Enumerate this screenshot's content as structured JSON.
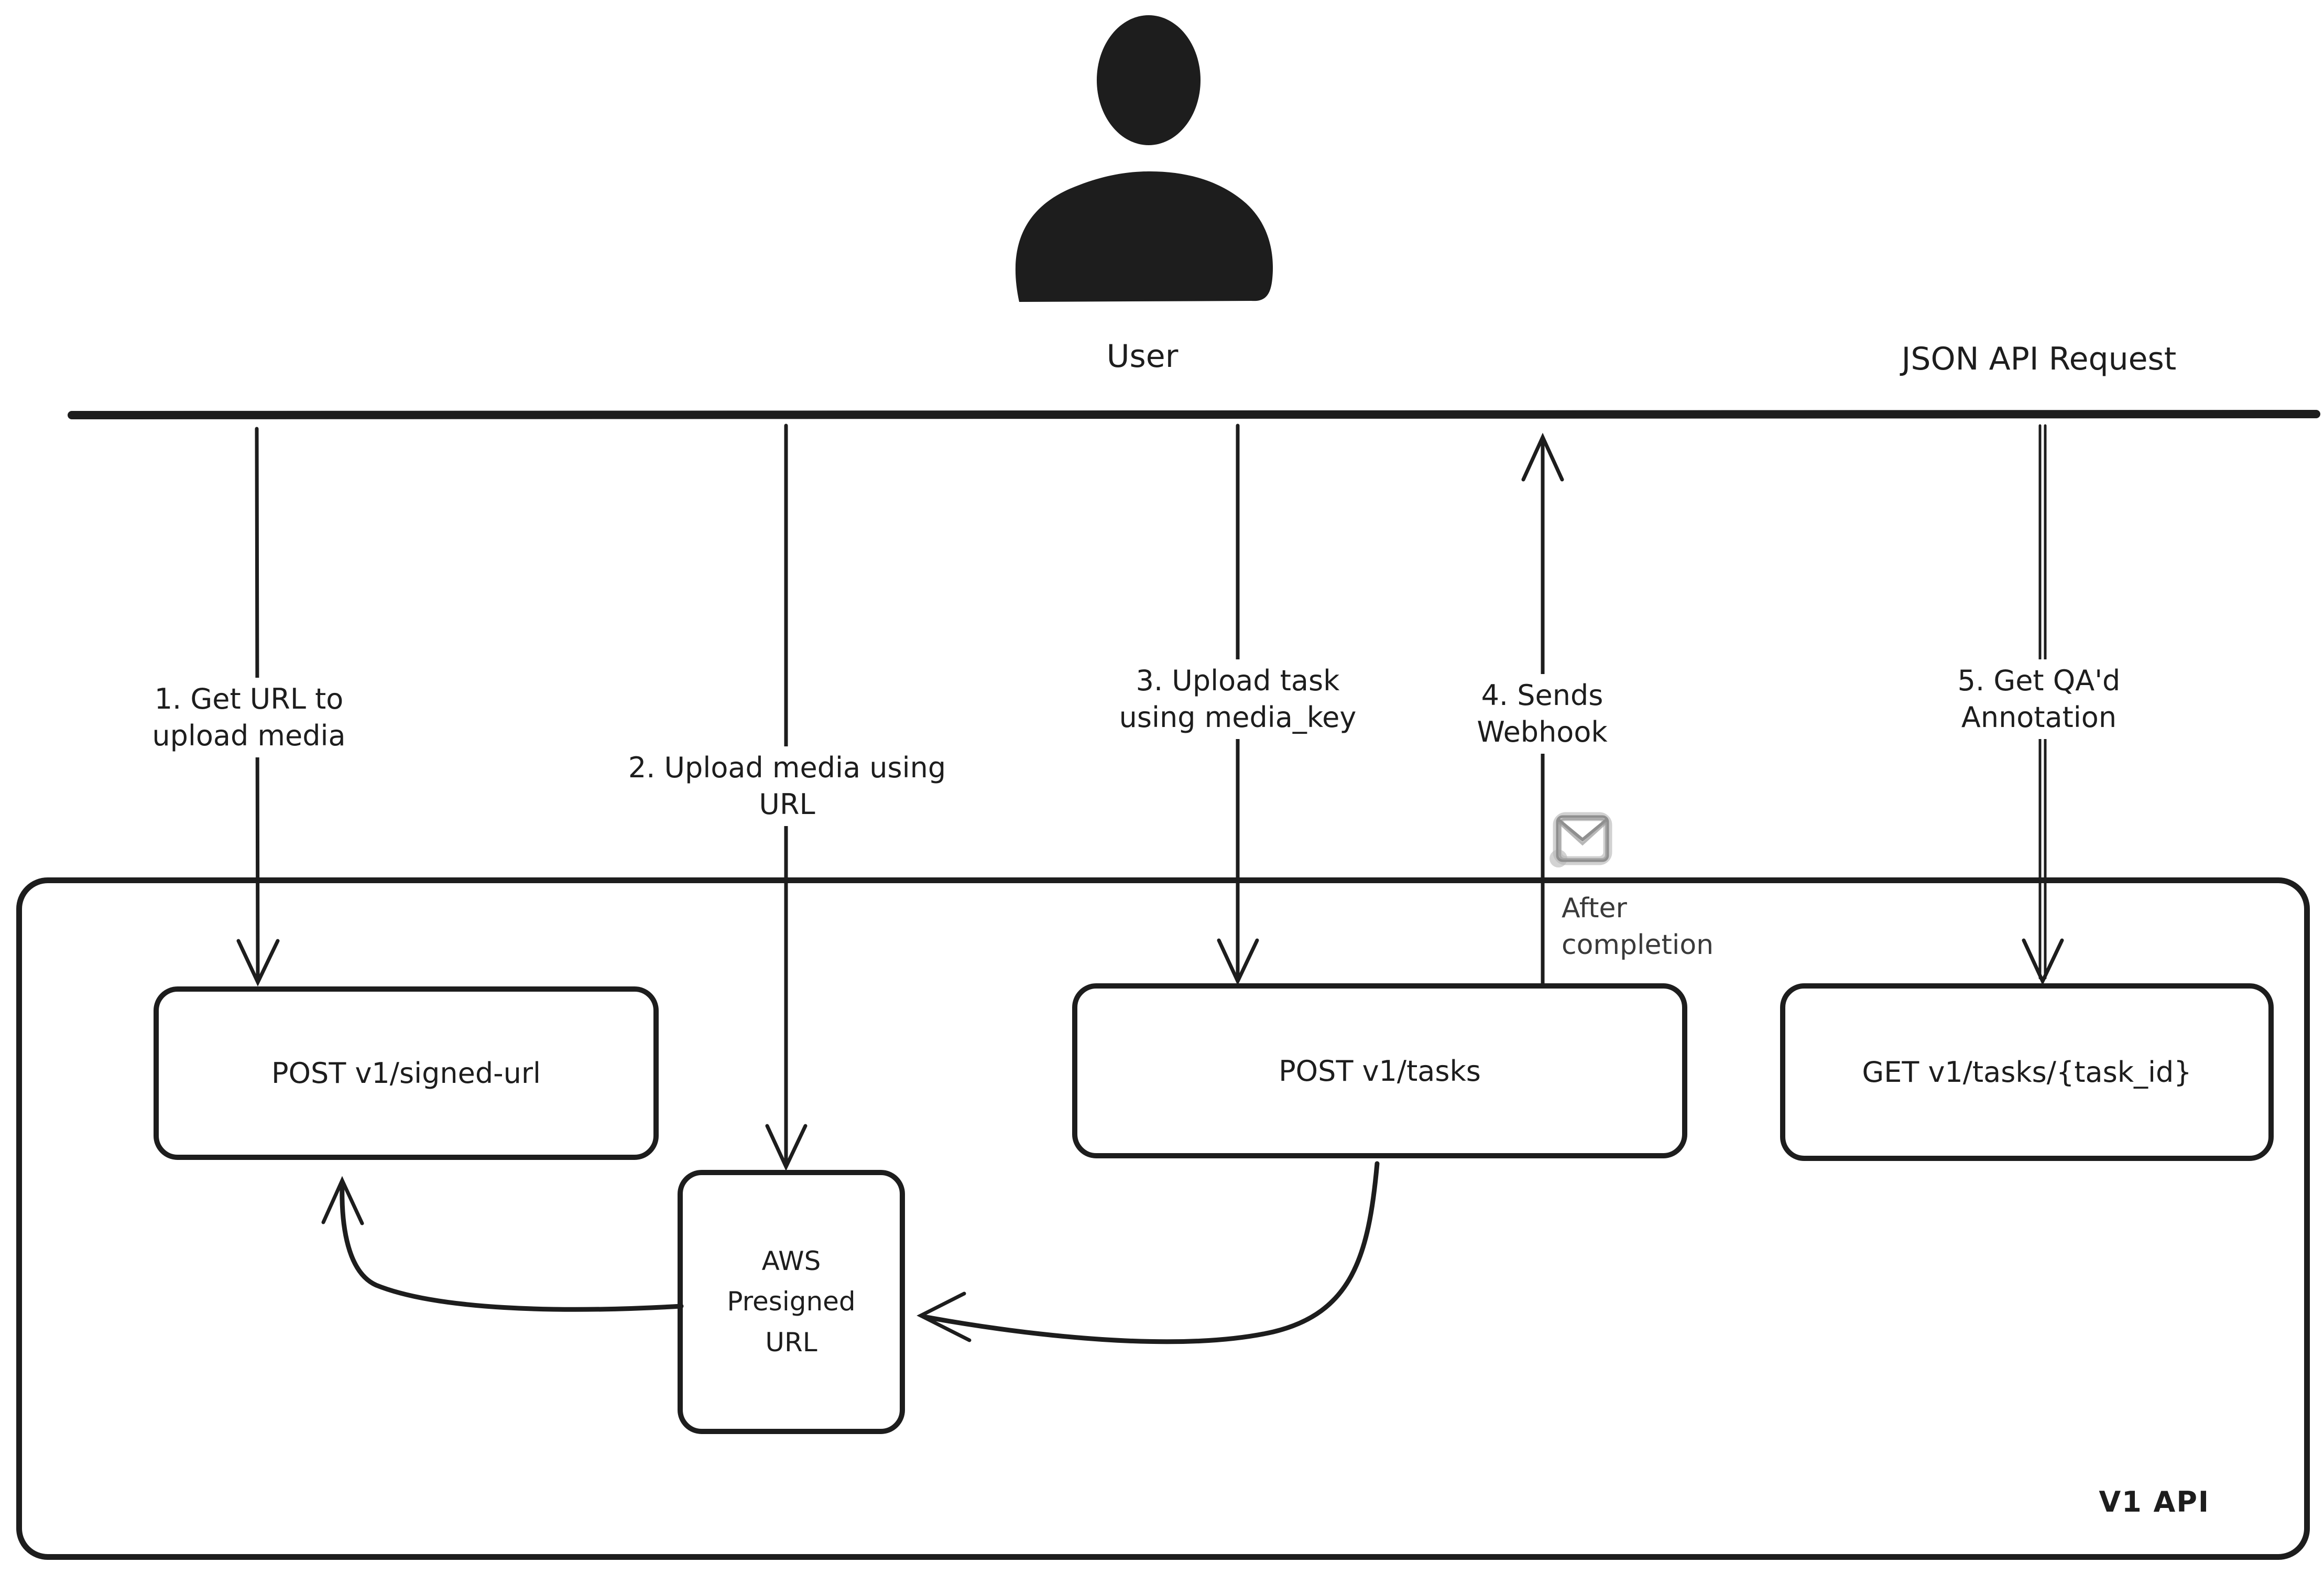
{
  "diagram": {
    "actor_label": "User",
    "lifeline_label": "JSON API Request",
    "container_label": "V1 API",
    "steps": [
      {
        "label": "1. Get URL to upload media"
      },
      {
        "label": "2. Upload media using URL"
      },
      {
        "label": "3. Upload task using media_key"
      },
      {
        "label": "4. Sends Webhook"
      },
      {
        "label": "5. Get QA'd Annotation"
      }
    ],
    "webhook_note": "After completion",
    "nodes": {
      "signed_url": "POST v1/signed-url",
      "aws": "AWS Presigned URL",
      "tasks": "POST v1/tasks",
      "get_task": "GET v1/tasks/{task_id}"
    },
    "icons": {
      "actor": "user-silhouette-icon",
      "webhook": "email-envelope-icon"
    },
    "colors": {
      "stroke": "#1d1d1d",
      "email_icon_gray": "#8f8f8f",
      "email_icon_halo": "#c2c2c2",
      "background": "#ffffff"
    }
  }
}
